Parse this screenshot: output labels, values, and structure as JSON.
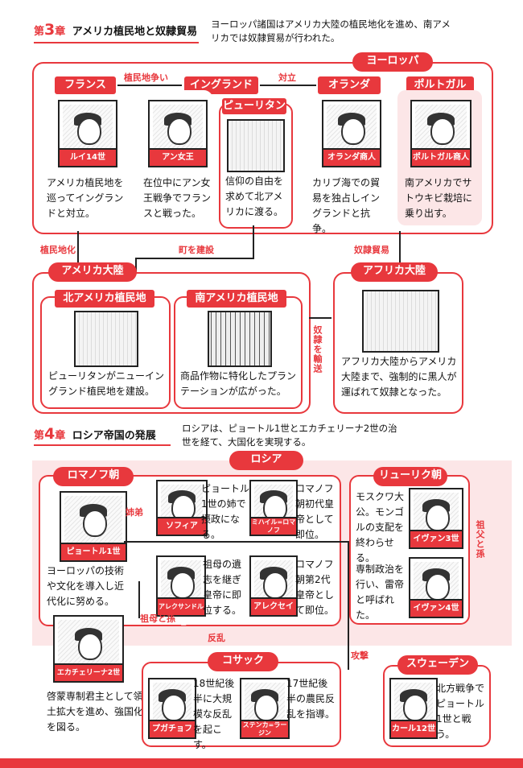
{
  "section3": {
    "number_prefix": "第",
    "number": "3",
    "number_suffix": "章",
    "title": "アメリカ植民地と奴隷貿易",
    "intro": "ヨーロッパ諸国はアメリカ大陸の植民地化を進め、南アメリカでは奴隷貿易が行われた。",
    "europe_label": "ヨーロッパ",
    "colonial_conflict": "植民地争い",
    "opposition": "対立",
    "countries": [
      {
        "name": "フランス",
        "person": "ルイ14世",
        "text": "アメリカ植民地を巡ってイングランドと対立。"
      },
      {
        "name": "イングランド",
        "person": "アン女王",
        "text": "在位中にアン女王戦争でフランスと戦った。"
      },
      {
        "name": "ピューリタン",
        "text": "信仰の自由を求めて北アメリカに渡る。"
      },
      {
        "name": "オランダ",
        "person": "オランダ商人",
        "text": "カリブ海での貿易を独占しイングランドと抗争。"
      },
      {
        "name": "ポルトガル",
        "person": "ポルトガル商人",
        "text": "南アメリカでサトウキビ栽培に乗り出す。"
      }
    ],
    "flow_colonization": "植民地化",
    "flow_town": "町を建設",
    "flow_slave_trade": "奴隷貿易",
    "america_label": "アメリカ大陸",
    "north_colony": {
      "title": "北アメリカ植民地",
      "text": "ピューリタンがニューイングランド植民地を建設。"
    },
    "south_colony": {
      "title": "南アメリカ植民地",
      "text": "商品作物に特化したプランテーションが広がった。"
    },
    "slave_transport": "奴隷を輸送",
    "africa": {
      "title": "アフリカ大陸",
      "text": "アフリカ大陸からアメリカ大陸まで、強制的に黒人が運ばれて奴隷となった。"
    }
  },
  "section4": {
    "number_prefix": "第",
    "number": "4",
    "number_suffix": "章",
    "title": "ロシア帝国の発展",
    "intro": "ロシアは、ピョートル1世とエカチェリーナ2世の治世を経て、大国化を実現する。",
    "russia_label": "ロシア",
    "romanov_label": "ロマノフ朝",
    "rurik_label": "リューリク朝",
    "siblings": "姉弟",
    "grandmother_grandchild": "祖母と孫",
    "grandfather_grandchild": "祖父と孫",
    "rebellion": "反乱",
    "attack": "攻撃",
    "peter": {
      "name": "ピョートル1世",
      "text": "ヨーロッパの技術や文化を導入し近代化に努める。"
    },
    "sophia": {
      "name": "ソフィア",
      "text": "ピョートル1世の姉で摂政になる。"
    },
    "mikhail": {
      "name": "ミハイル=ロマノフ",
      "text": "ロマノフ朝初代皇帝として即位。"
    },
    "alexander": {
      "name": "アレクサンドル1世",
      "text": "祖母の遺志を継ぎ皇帝に即位する。"
    },
    "alexei": {
      "name": "アレクセイ",
      "text": "ロマノフ朝第2代皇帝として即位。"
    },
    "catherine": {
      "name": "エカチェリーナ2世",
      "text": "啓蒙専制君主として領土拡大を進め、強国化を図る。"
    },
    "ivan3": {
      "name": "イヴァン3世",
      "text": "モスクワ大公。モンゴルの支配を終わらせる。"
    },
    "ivan4": {
      "name": "イヴァン4世",
      "text": "専制政治を行い、雷帝と呼ばれた。"
    },
    "cossack_label": "コサック",
    "pugachev": {
      "name": "プガチョフ",
      "text": "18世紀後半に大規模な反乱を起こす。"
    },
    "razin": {
      "name": "ステンカ=ラージン",
      "text": "17世紀後半の農民反乱を指導。"
    },
    "sweden_label": "スウェーデン",
    "karl": {
      "name": "カール12世",
      "text": "北方戦争でピョートル1世と戦う。"
    }
  },
  "colors": {
    "accent": "#e8383d",
    "pink_bg": "#fce6e7",
    "ink": "#222222"
  }
}
